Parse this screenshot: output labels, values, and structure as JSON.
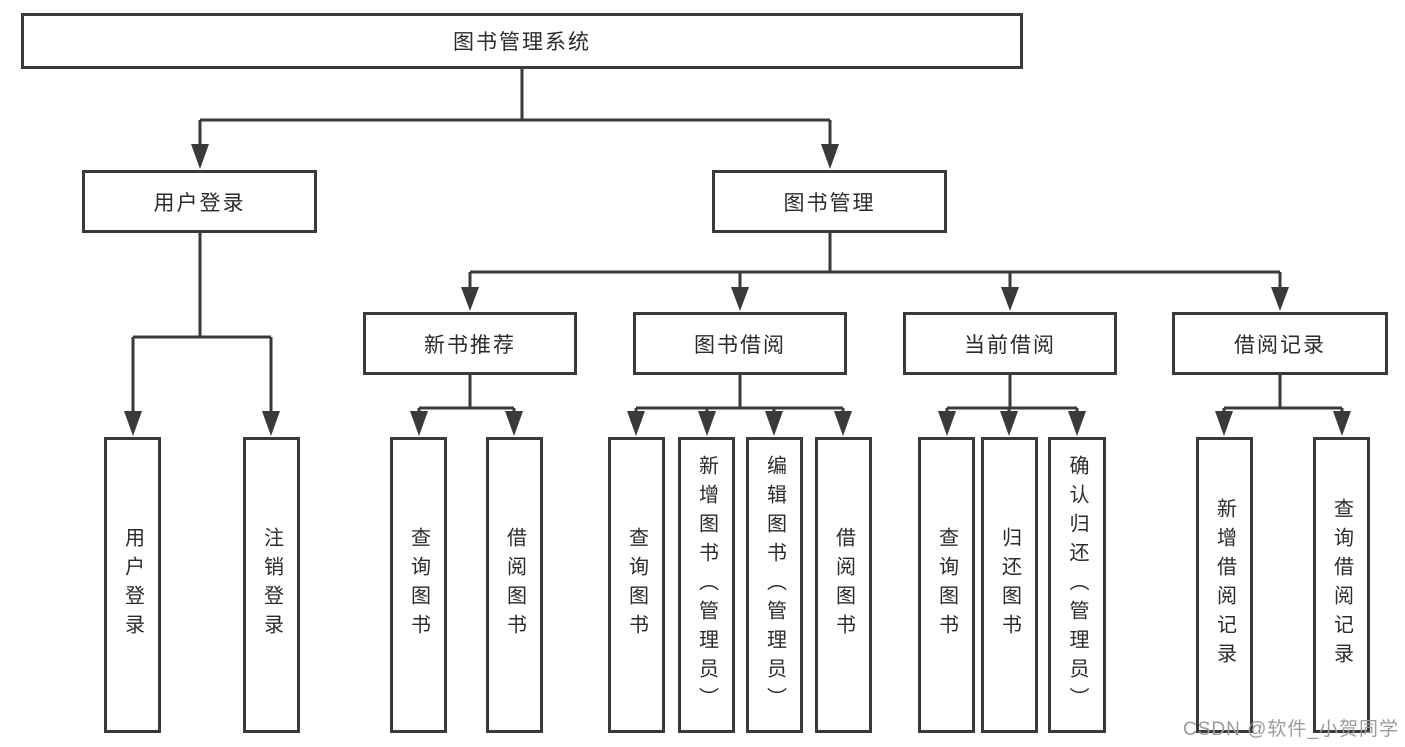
{
  "diagram": {
    "root": {
      "label": "图书管理系统"
    },
    "level2": [
      {
        "label": "用户登录"
      },
      {
        "label": "图书管理"
      }
    ],
    "level3": [
      {
        "label": "新书推荐"
      },
      {
        "label": "图书借阅"
      },
      {
        "label": "当前借阅"
      },
      {
        "label": "借阅记录"
      }
    ],
    "leaves": [
      {
        "label": "用户登录"
      },
      {
        "label": "注销登录"
      },
      {
        "label": "查询图书"
      },
      {
        "label": "借阅图书"
      },
      {
        "label": "查询图书"
      },
      {
        "label": "新增图书（管理员）"
      },
      {
        "label": "编辑图书（管理员）"
      },
      {
        "label": "借阅图书"
      },
      {
        "label": "查询图书"
      },
      {
        "label": "归还图书"
      },
      {
        "label": "确认归还（管理员）"
      },
      {
        "label": "新增借阅记录"
      },
      {
        "label": "查询借阅记录"
      }
    ]
  },
  "watermark": "CSDN @软件_小贺同学",
  "colors": {
    "line": "#3a3a3a",
    "box_border": "#3a3a3a",
    "text": "#2b2b2b",
    "watermark": "#9b9b9b",
    "background": "#ffffff"
  }
}
